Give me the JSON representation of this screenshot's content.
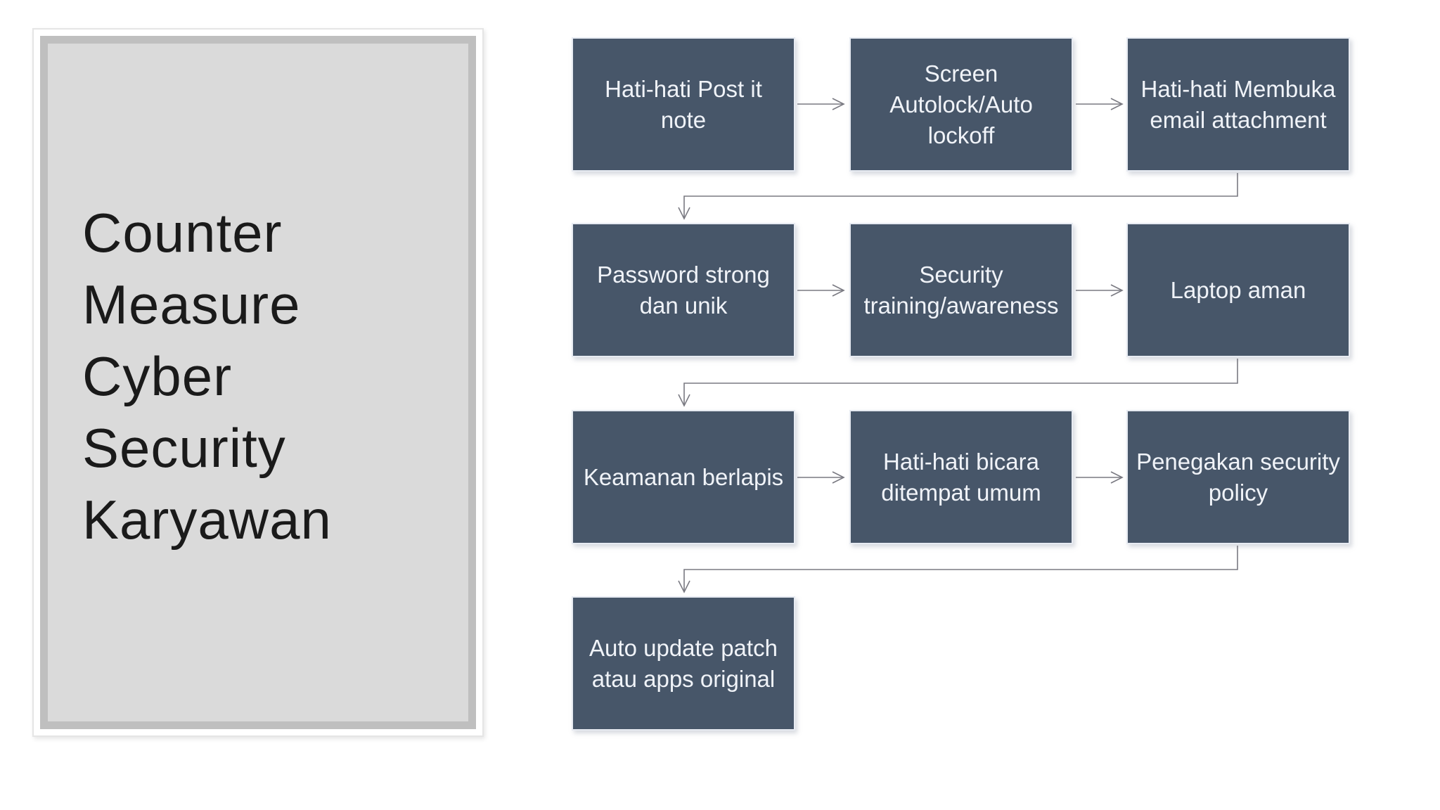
{
  "slide": {
    "background": "#ffffff",
    "title_panel": {
      "text": "Counter\nMeasure\nCyber\nSecurity\nKaryawan",
      "full_title": "Counter Measure Cyber Security Karyawan",
      "fill_color": "#dadada",
      "frame_color": "#bfbfbf",
      "text_color": "#1a1a1a"
    },
    "flowchart": {
      "box_fill_color": "#475669",
      "box_border_color": "#e7ebf2",
      "box_text_color": "#f0f3f8",
      "connector_color": "#7a7a82",
      "boxes": [
        {
          "label": "Hati-hati Post it\nnote"
        },
        {
          "label": "Screen\nAutolock/Auto\nlockoff"
        },
        {
          "label": "Hati-hati Membuka\nemail attachment"
        },
        {
          "label": "Password strong\ndan unik"
        },
        {
          "label": "Security\ntraining/awareness"
        },
        {
          "label": "Laptop aman"
        },
        {
          "label": "Keamanan berlapis"
        },
        {
          "label": "Hati-hati bicara\nditempat umum"
        },
        {
          "label": "Penegakan security\npolicy"
        },
        {
          "label": "Auto update patch\natau apps original"
        }
      ],
      "connections": [
        {
          "from": "Hati-hati Post it note",
          "to": "Screen Autolock/Auto lockoff"
        },
        {
          "from": "Screen Autolock/Auto lockoff",
          "to": "Hati-hati Membuka email attachment"
        },
        {
          "from": "Hati-hati Membuka email attachment",
          "to": "Password strong dan unik"
        },
        {
          "from": "Password strong dan unik",
          "to": "Security training/awareness"
        },
        {
          "from": "Security training/awareness",
          "to": "Laptop aman"
        },
        {
          "from": "Laptop aman",
          "to": "Keamanan berlapis"
        },
        {
          "from": "Keamanan berlapis",
          "to": "Hati-hati bicara ditempat umum"
        },
        {
          "from": "Hati-hati bicara ditempat umum",
          "to": "Penegakan security policy"
        },
        {
          "from": "Penegakan security policy",
          "to": "Auto update patch atau apps original"
        }
      ]
    }
  }
}
